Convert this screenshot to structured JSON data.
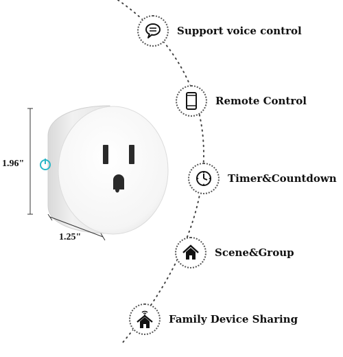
{
  "product": {
    "height_label": "1.96\"",
    "depth_label": "1.25\""
  },
  "features": [
    {
      "label": "Support voice control",
      "icon": "chat-bubble-icon"
    },
    {
      "label": "Remote Control",
      "icon": "smartphone-icon"
    },
    {
      "label": "Timer&Countdown",
      "icon": "clock-icon"
    },
    {
      "label": "Scene&Group",
      "icon": "home-icon"
    },
    {
      "label": "Family Device Sharing",
      "icon": "home-wifi-icon"
    }
  ],
  "colors": {
    "power_button": "#29b6c6",
    "plug_body": "#f4f4f4",
    "text": "#111111"
  }
}
